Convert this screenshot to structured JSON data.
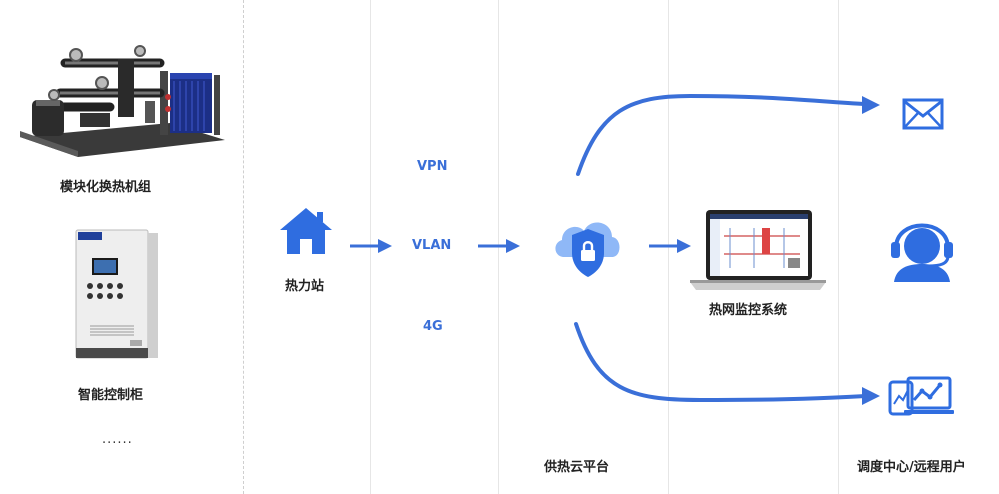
{
  "colors": {
    "accent": "#3a6fd8",
    "icon_blue": "#2f6de0",
    "line": "#e6e6e6"
  },
  "devices": {
    "item1": "模块化换热机组",
    "item2": "智能控制柜",
    "more": "......"
  },
  "station": {
    "label": "热力站",
    "icon": "home-icon"
  },
  "network": {
    "vpn": "VPN",
    "vlan": "VLAN",
    "g4": "4G"
  },
  "cloud": {
    "label": "供热云平台",
    "icon": "cloud-lock-icon"
  },
  "monitor": {
    "label": "热网监控系统",
    "icon": "laptop-icon"
  },
  "endpoints": {
    "label": "调度中心/远程用户",
    "icons": [
      "mail-icon",
      "customer-service-icon",
      "mobile-chart-icon"
    ]
  }
}
